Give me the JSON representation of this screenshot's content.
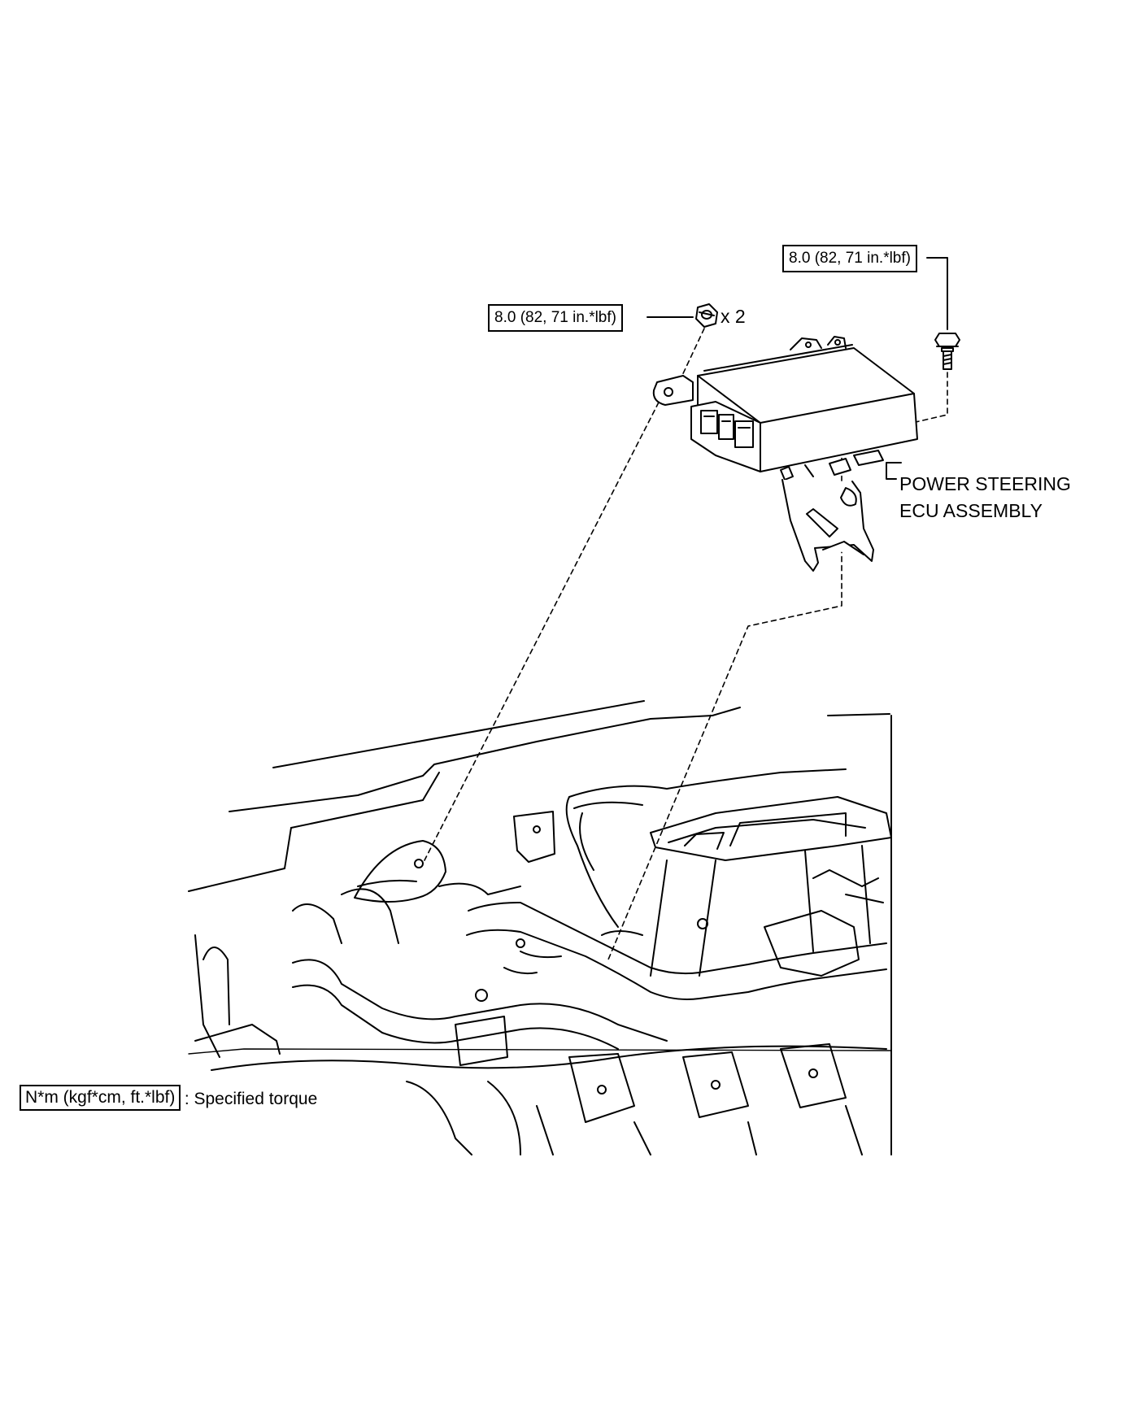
{
  "callouts": {
    "torque_top_right": "8.0 (82, 71 in.*lbf)",
    "torque_left": "8.0 (82, 71 in.*lbf)",
    "nut_quantity": "x 2",
    "part_name_line1": "POWER STEERING",
    "part_name_line2": "ECU ASSEMBLY"
  },
  "legend": {
    "unit_box": "N*m (kgf*cm, ft.*lbf)",
    "description": ": Specified torque"
  }
}
